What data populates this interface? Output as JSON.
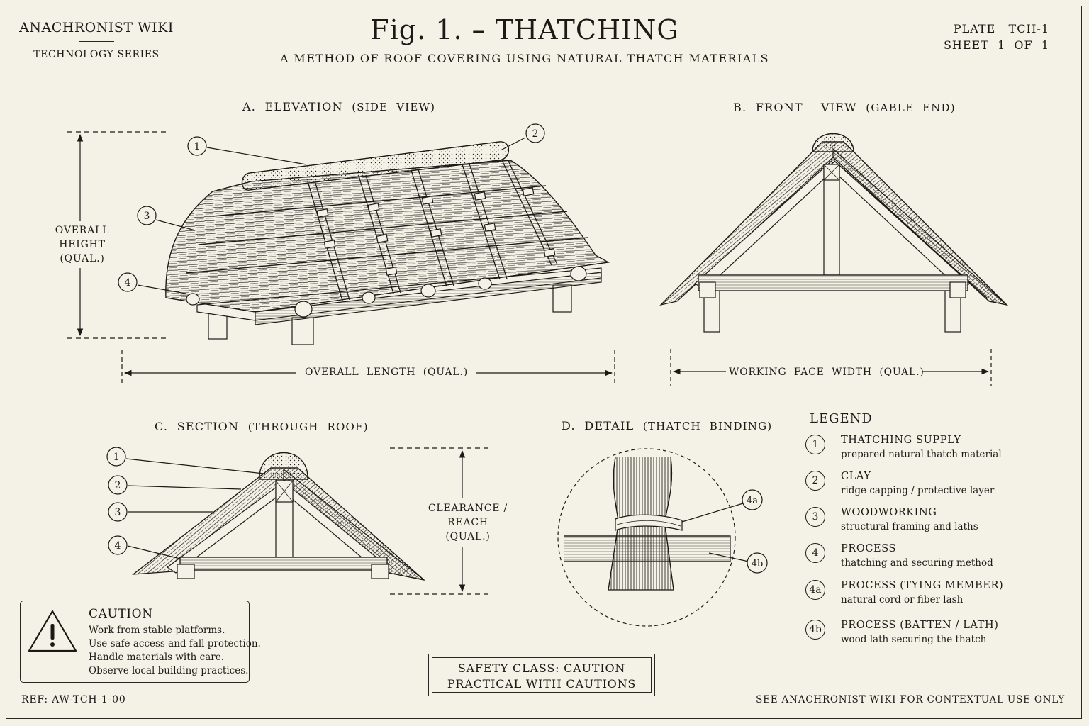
{
  "header": {
    "brand": "ANACHRONIST WIKI",
    "series": "TECHNOLOGY SERIES",
    "title": "Fig. 1. – THATCHING",
    "subtitle": "A METHOD OF ROOF COVERING USING NATURAL THATCH MATERIALS",
    "plate": "PLATE   TCH-1",
    "sheet": "SHEET  1  OF  1"
  },
  "views": {
    "a": {
      "letter": "A.",
      "title": "ELEVATION",
      "paren": "(SIDE  VIEW)"
    },
    "b": {
      "letter": "B.",
      "title": "FRONT    VIEW",
      "paren": "(GABLE  END)"
    },
    "c": {
      "letter": "C.",
      "title": "SECTION",
      "paren": "(THROUGH  ROOF)"
    },
    "d": {
      "letter": "D.",
      "title": "DETAIL",
      "paren": "(THATCH  BINDING)"
    }
  },
  "dimensions": {
    "overall_height": [
      "OVERALL",
      "HEIGHT",
      "(QUAL.)"
    ],
    "overall_length": "OVERALL  LENGTH  (QUAL.)",
    "working_face_width": "WORKING  FACE  WIDTH  (QUAL.)",
    "clearance": [
      "CLEARANCE /",
      "REACH",
      "(QUAL.)"
    ]
  },
  "callouts": {
    "elevation": [
      "1",
      "2",
      "3",
      "4"
    ],
    "section": [
      "1",
      "2",
      "3",
      "4"
    ],
    "detail": [
      "4a",
      "4b"
    ]
  },
  "legend": {
    "title": "LEGEND",
    "items": [
      {
        "num": "1",
        "name": "THATCHING SUPPLY",
        "desc": "prepared natural thatch material"
      },
      {
        "num": "2",
        "name": "CLAY",
        "desc": "ridge capping / protective layer"
      },
      {
        "num": "3",
        "name": "WOODWORKING",
        "desc": "structural framing and laths"
      },
      {
        "num": "4",
        "name": "PROCESS",
        "desc": "thatching and securing method"
      },
      {
        "num": "4a",
        "name": "PROCESS (TYING MEMBER)",
        "desc": "natural cord or fiber lash"
      },
      {
        "num": "4b",
        "name": "PROCESS (BATTEN / LATH)",
        "desc": "wood lath securing the thatch"
      }
    ]
  },
  "caution": {
    "title": "CAUTION",
    "lines": [
      "Work from stable platforms.",
      "Use safe access and fall protection.",
      "Handle materials with care.",
      "Observe local building practices."
    ]
  },
  "safety": {
    "line1": "SAFETY CLASS: CAUTION",
    "line2": "PRACTICAL WITH CAUTIONS"
  },
  "footer": {
    "ref": "REF: AW-TCH-1-00",
    "note": "SEE ANACHRONIST WIKI FOR CONTEXTUAL USE ONLY"
  },
  "icons": [
    "warning-icon"
  ]
}
